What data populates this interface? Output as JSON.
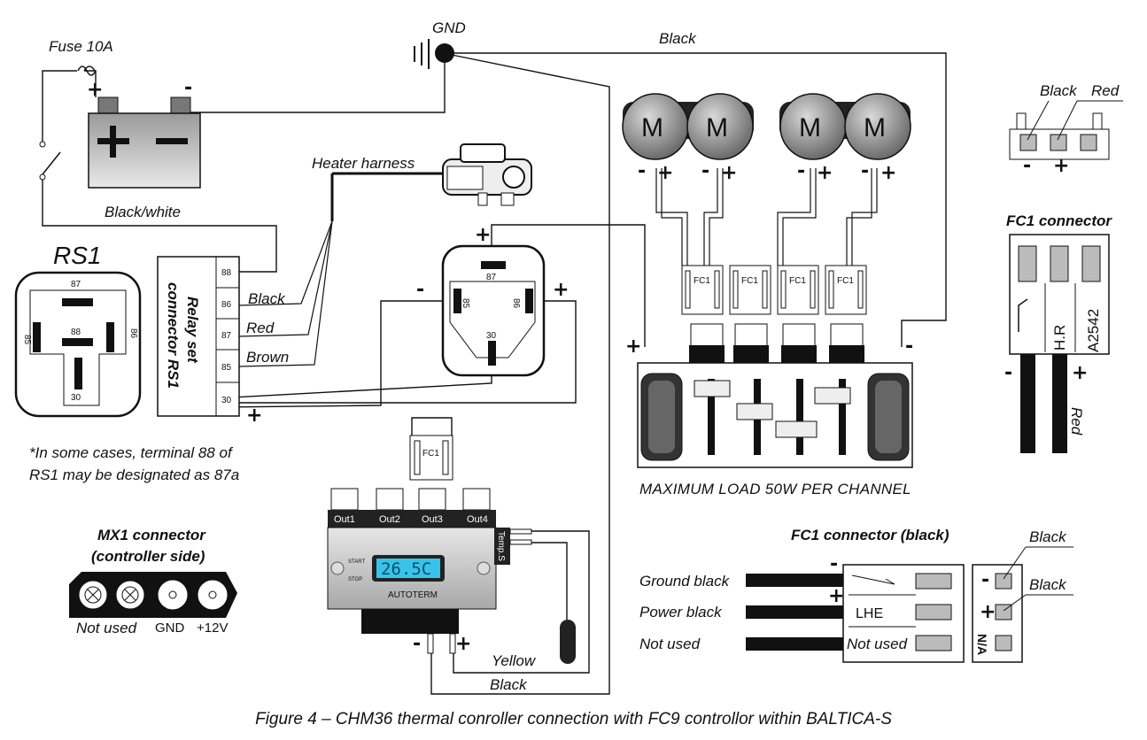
{
  "labels": {
    "fuse": "Fuse 10A",
    "gnd": "GND",
    "black_top": "Black",
    "black_white": "Black/white",
    "heater_harness": "Heater harness",
    "rs1_title": "RS1",
    "relay_set_1": "Relay set",
    "relay_set_2": "connector RS1",
    "wire_black": "Black",
    "wire_red": "Red",
    "wire_brown": "Brown",
    "note_1": "*In some cases, terminal 88 of",
    "note_2": "RS1 may be designated as 87a",
    "mx1_title_1": "MX1 connector",
    "mx1_title_2": "(controller side)",
    "mx1_not_used": "Not used",
    "mx1_gnd": "GND",
    "mx1_12v": "+12V",
    "max_load": "MAXIMUM LOAD 50W PER CHANNEL",
    "fc1_connector": "FC1 connector",
    "fc1_black_title": "FC1 connector (black)",
    "ground_black": "Ground black",
    "power_black": "Power black",
    "not_used": "Not used",
    "lhe": "LHE",
    "na": "N/A",
    "hr": "H.R",
    "a2542": "A2542",
    "yellow": "Yellow",
    "black_bottom": "Black",
    "small_black": "Black",
    "small_red": "Red",
    "motor": "M",
    "fc1": "FC1",
    "temp_s": "Temp.S",
    "autoterm": "AUTOTERM",
    "start": "START",
    "stop": "STOP",
    "display": "26.5C",
    "out1": "Out1",
    "out2": "Out2",
    "out3": "Out3",
    "out4": "Out4"
  },
  "terminals": {
    "t87": "87",
    "t85": "85",
    "t86": "86",
    "t88": "88",
    "t30": "30"
  },
  "caption": "Figure 4 – CHM36 thermal conroller connection with FC9 controllor within BALTICA-S"
}
